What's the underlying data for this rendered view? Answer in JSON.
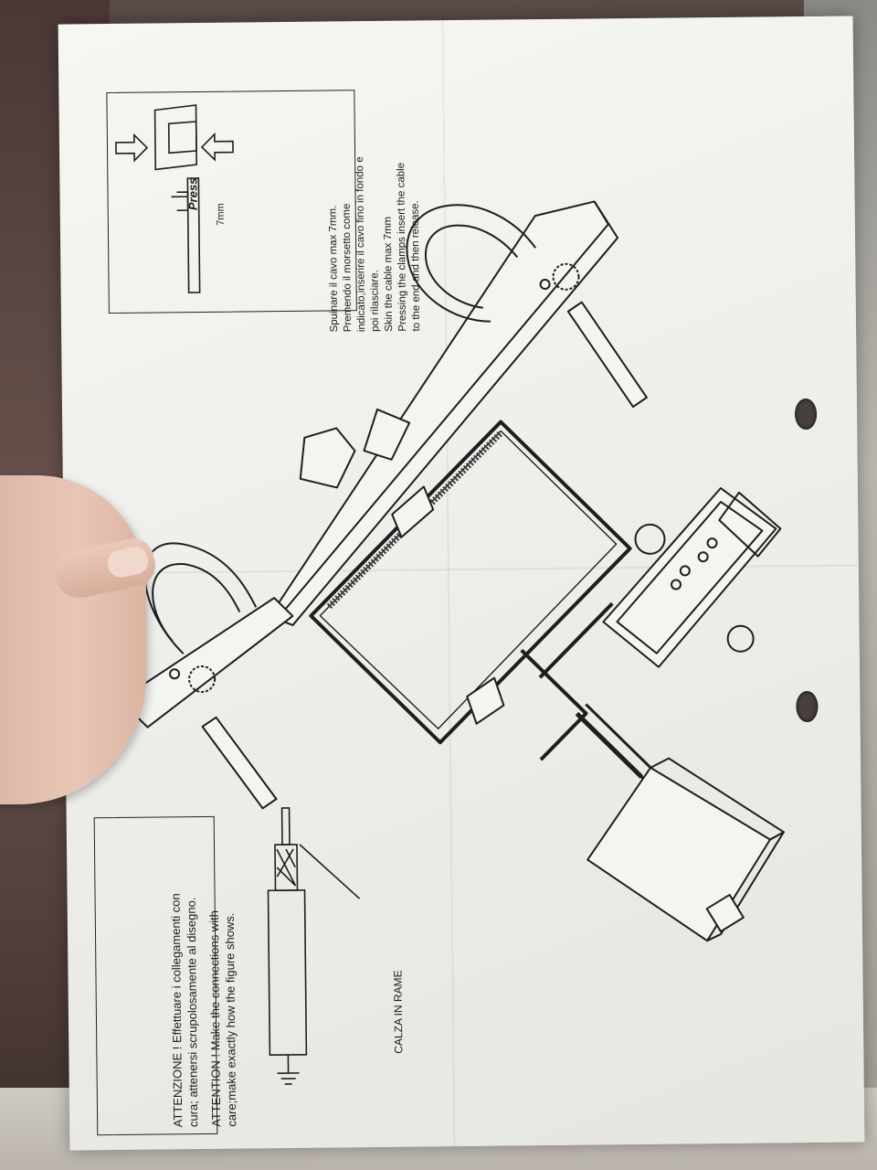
{
  "tip": {
    "press_label": "Press",
    "mm_label": "7mm",
    "lines": [
      "Spuinare il cavo max 7mm.",
      "Premendo il morsetto come",
      "indicato,inserire il cavo fino in fondo e",
      "poi rilasciare.",
      "Skin the cable max 7mm",
      "Pressing the clamps insert the cable",
      "to the end and then release."
    ]
  },
  "warning": {
    "it_line1": "ATTENZIONE ! Effettuare i collegamenti con",
    "it_line2": "cura; attenersi scrupolosamente al disegno.",
    "en_line1": "ATTENTION ! Make the connections with",
    "en_line2": "care;make exactly how the figure shows."
  },
  "cable": {
    "calza_label": "CALZA IN RAME"
  }
}
